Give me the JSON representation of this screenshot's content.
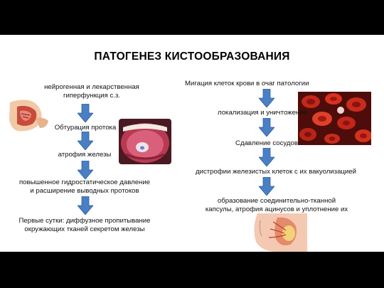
{
  "slide": {
    "title": "ПАТОГЕНЕЗ КИСТООБРАЗОВАНИЯ",
    "accent_arrow": "#4a7fc4"
  },
  "left_column": [
    {
      "line1": "нейрогенная и лекарственная",
      "line2": "гиперфункция с.з."
    },
    {
      "line1": "Обтурация протока"
    },
    {
      "line1": "атрофия железы"
    },
    {
      "line1": "повышенное гидростатическое давление",
      "line2": "и расширение выводных протоков"
    },
    {
      "line1": "Первые сутки: диффузное пропитывание",
      "line2": "окружающих тканей секретом железы"
    }
  ],
  "right_column": [
    {
      "line1": "Мигация клеток крови в очаг патологии"
    },
    {
      "line1": "локализация и уничтожение"
    },
    {
      "line1": "Сдавление сосудов"
    },
    {
      "line1": "дистрофии железистых клеток с их вакуолизацией"
    },
    {
      "line1": "образование соединительно-тканной",
      "line2": "капсулы, атрофия ацинусов и уплотнение их"
    }
  ],
  "images": [
    "head-anatomy-illustration",
    "oral-cavity-photo",
    "blood-cells-illustration",
    "face-gland-illustration"
  ]
}
